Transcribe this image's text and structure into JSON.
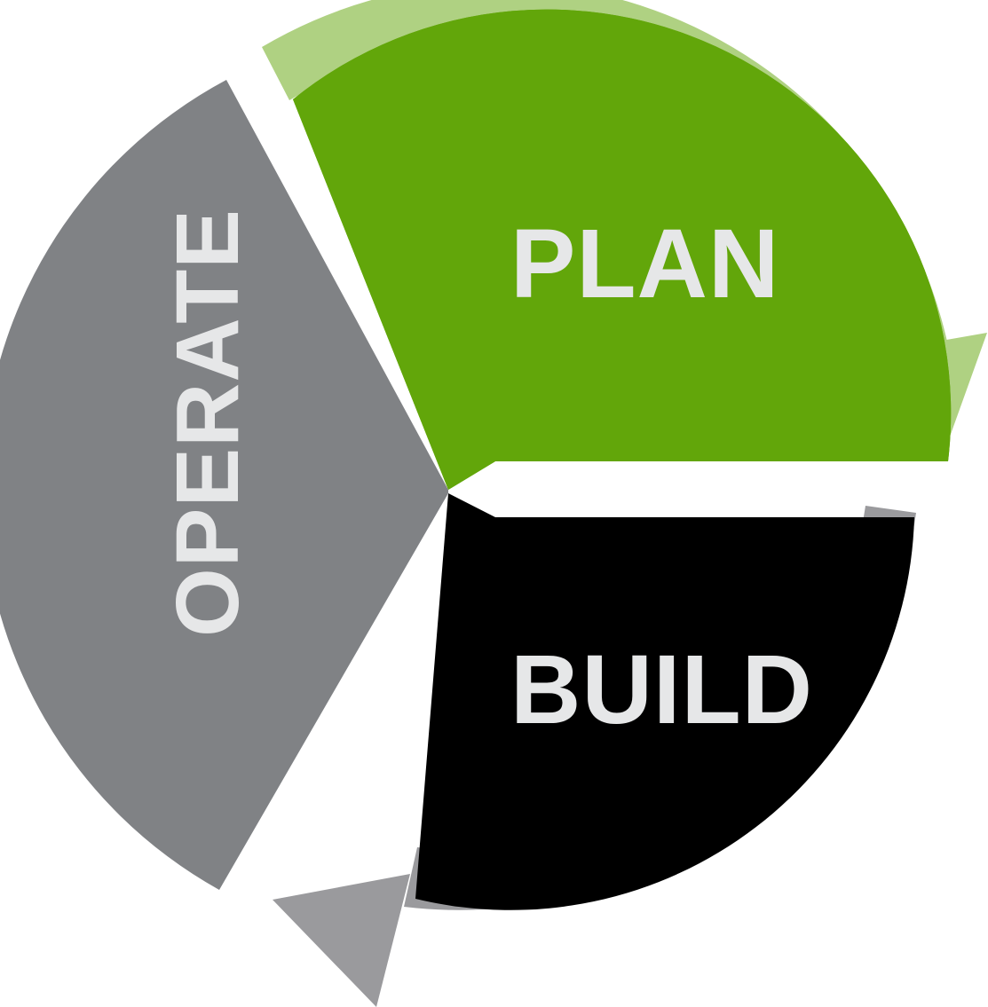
{
  "diagram": {
    "name": "plan-build-operate-lifecycle",
    "type": "cyclical-process-diagram",
    "background_color": "#FFFFFF",
    "segments": [
      {
        "id": "plan",
        "label": "PLAN",
        "fill_color": "#62A60A",
        "text_color": "#E6E7E8",
        "position": "top-right",
        "order": 1
      },
      {
        "id": "build",
        "label": "BUILD",
        "fill_color": "#000000",
        "text_color": "#E6E7E8",
        "position": "bottom-right",
        "order": 2
      },
      {
        "id": "operate",
        "label": "OPERATE",
        "fill_color": "#808285",
        "text_color": "#E6E7E8",
        "position": "left",
        "order": 3,
        "text_orientation": "vertical-rotated-90-ccw"
      }
    ],
    "arrows": [
      {
        "id": "plan-to-build-arrow",
        "color": "#AFD182",
        "direction": "clockwise-downward",
        "from": "plan",
        "to": "build"
      },
      {
        "id": "build-to-operate-arrow",
        "color": "#9A9A9D",
        "direction": "clockwise-leftward",
        "from": "build",
        "to": "operate"
      }
    ]
  }
}
